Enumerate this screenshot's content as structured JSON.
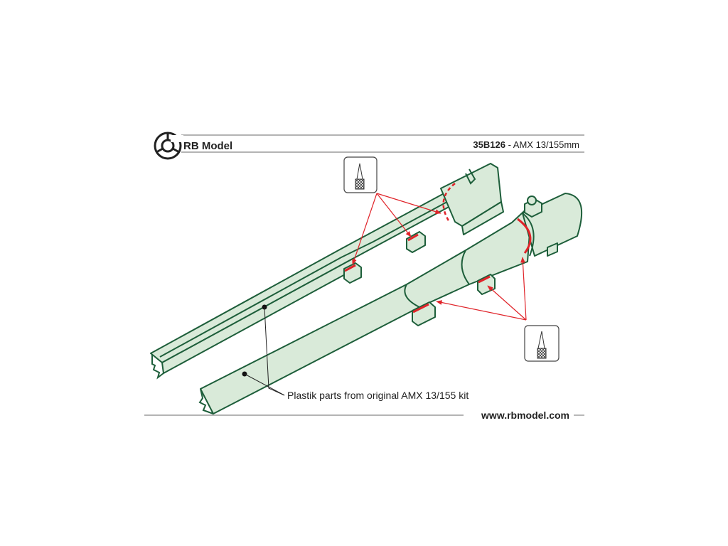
{
  "header": {
    "brand": "RB Model",
    "product_code": "35B126",
    "product_separator": " - ",
    "product_name": "AMX 13/155mm"
  },
  "callout": {
    "caption": "Plastik parts from original AMX 13/155 kit"
  },
  "footer": {
    "website": "www.rbmodel.com"
  },
  "colors": {
    "part_fill": "#d9ead9",
    "part_stroke": "#1d5e3a",
    "cut_mark": "#e0242a"
  },
  "icons": [
    "rb-model-logo-icon",
    "hobby-knife-icon"
  ]
}
